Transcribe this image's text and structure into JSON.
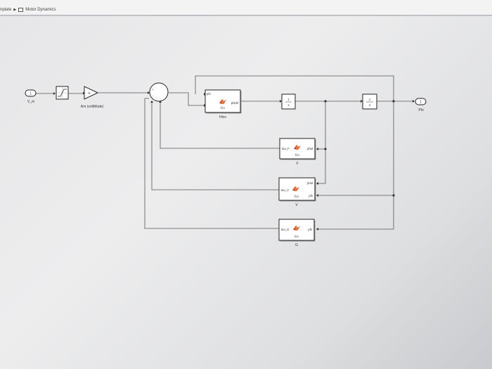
{
  "breadcrumb": {
    "parent": "nplate",
    "current": "Motor Dynamics"
  },
  "blocks": {
    "inport": {
      "number": "1",
      "name": "V_m"
    },
    "gain": {
      "symbol": "-K-",
      "name": "Am (voltMode)"
    },
    "sum": {
      "signs": [
        "+",
        "-",
        "-",
        "-"
      ]
    },
    "hinv": {
      "in_label": "phi",
      "out_label": "phidd",
      "fcn": "fcn",
      "name": "Hinv"
    },
    "integrator1": {
      "num": "1",
      "den": "s"
    },
    "integrator2": {
      "num": "1",
      "den": "s"
    },
    "outport": {
      "number": "1",
      "name": "Phi"
    },
    "f_block": {
      "in_label": "phid",
      "out_label": "tau_F",
      "fcn": "fcn",
      "name": "F"
    },
    "v_block": {
      "in1_label": "phid",
      "in2_label": "phi",
      "out_label": "tau_V",
      "fcn": "fcn",
      "name": "V"
    },
    "g_block": {
      "in_label": "phi",
      "out_label": "tau_G",
      "fcn": "fcn",
      "name": "G"
    }
  },
  "colors": {
    "matlab_logo_red": "#d9391c",
    "matlab_logo_orange": "#f0802a",
    "block_border": "#222222",
    "line": "#555555"
  },
  "icons": {
    "breadcrumb_separator": "triangle-right-icon",
    "model": "model-icon",
    "matlab_function": "matlab-logo-icon",
    "saturation": "saturation-icon"
  }
}
